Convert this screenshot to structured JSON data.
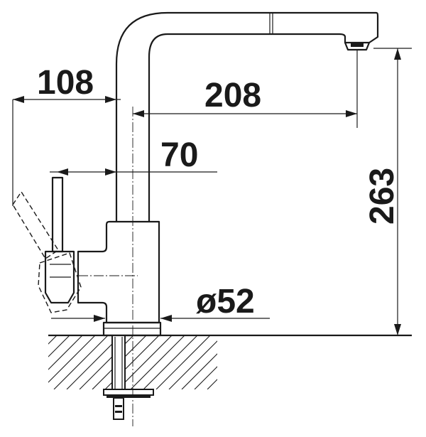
{
  "dimensions": {
    "handle_reach": "108",
    "spout_reach": "208",
    "body_offset": "70",
    "base_diameter": "ø52",
    "height": "263"
  },
  "colors": {
    "line": "#1a1a1a",
    "background": "#ffffff"
  }
}
